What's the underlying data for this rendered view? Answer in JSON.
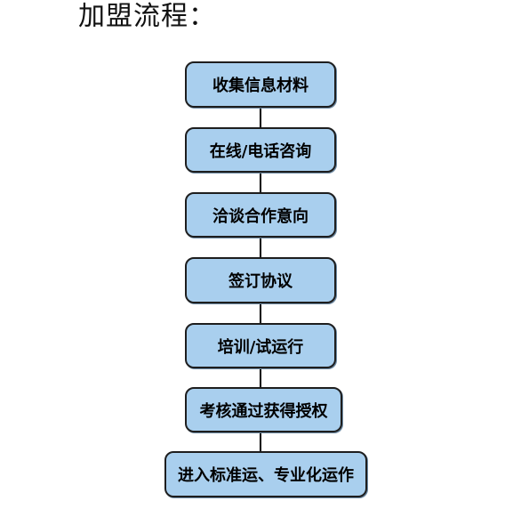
{
  "title": "加盟流程：",
  "steps": [
    {
      "label": "收集信息材料"
    },
    {
      "label": "在线/电话咨询"
    },
    {
      "label": "洽谈合作意向"
    },
    {
      "label": "签订协议"
    },
    {
      "label": "培训/试运行"
    },
    {
      "label": "考核通过获得授权"
    },
    {
      "label": "进入标准运、专业化运作"
    }
  ],
  "colors": {
    "box_fill": "#a9cfee",
    "box_border": "#1e1e1e",
    "connector": "#000000"
  }
}
